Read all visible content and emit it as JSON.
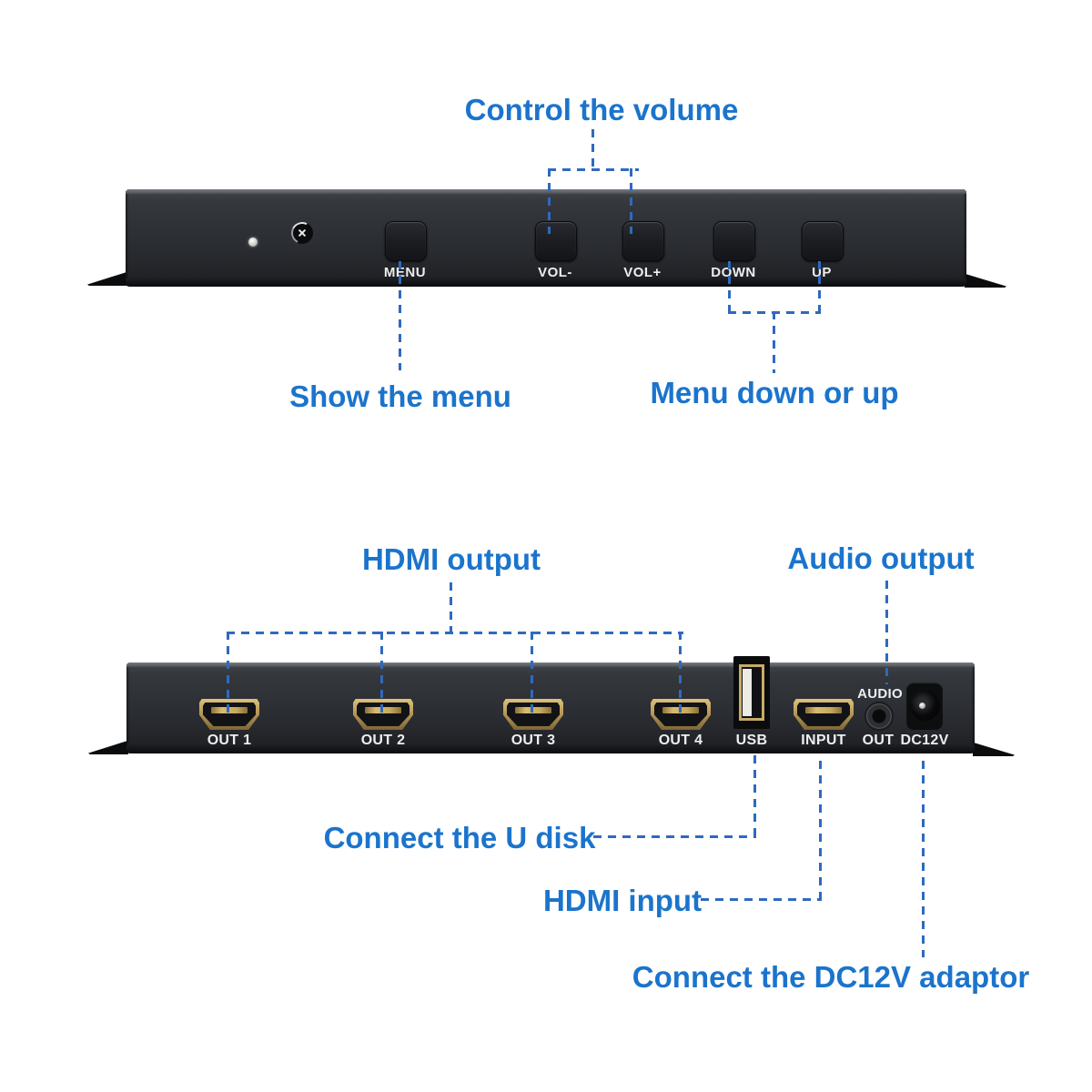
{
  "meta": {
    "description": "Product callout diagram of an HDMI multiviewer: front panel (top) and rear panel (bottom)",
    "colors": {
      "annotation_text": "#1b74cc",
      "dashed_line": "#2e6abe",
      "chassis_body": "#2d3035",
      "port_gold": "#c7ab66",
      "panel_label_text": "#eceef0",
      "background": "#ffffff"
    }
  },
  "annotations": {
    "control_volume": "Control the volume",
    "show_menu": "Show the menu",
    "menu_down_up": "Menu down or up",
    "hdmi_output": "HDMI output",
    "audio_output": "Audio output",
    "connect_u_disk": "Connect the U disk",
    "hdmi_input": "HDMI input",
    "connect_dc12v": "Connect the DC12V adaptor"
  },
  "front_panel": {
    "indicators": [
      {
        "name": "power-led"
      },
      {
        "name": "ir-receiver"
      }
    ],
    "buttons": [
      {
        "label": "MENU"
      },
      {
        "label": "VOL-"
      },
      {
        "label": "VOL+"
      },
      {
        "label": "DOWN"
      },
      {
        "label": "UP"
      }
    ]
  },
  "rear_panel": {
    "hdmi_out_ports": [
      {
        "label": "OUT 1"
      },
      {
        "label": "OUT 2"
      },
      {
        "label": "OUT 3"
      },
      {
        "label": "OUT 4"
      }
    ],
    "usb_label": "USB",
    "hdmi_in_label": "INPUT",
    "audio_top_label": "AUDIO",
    "audio_bottom_label": "OUT",
    "power_label": "DC12V"
  }
}
